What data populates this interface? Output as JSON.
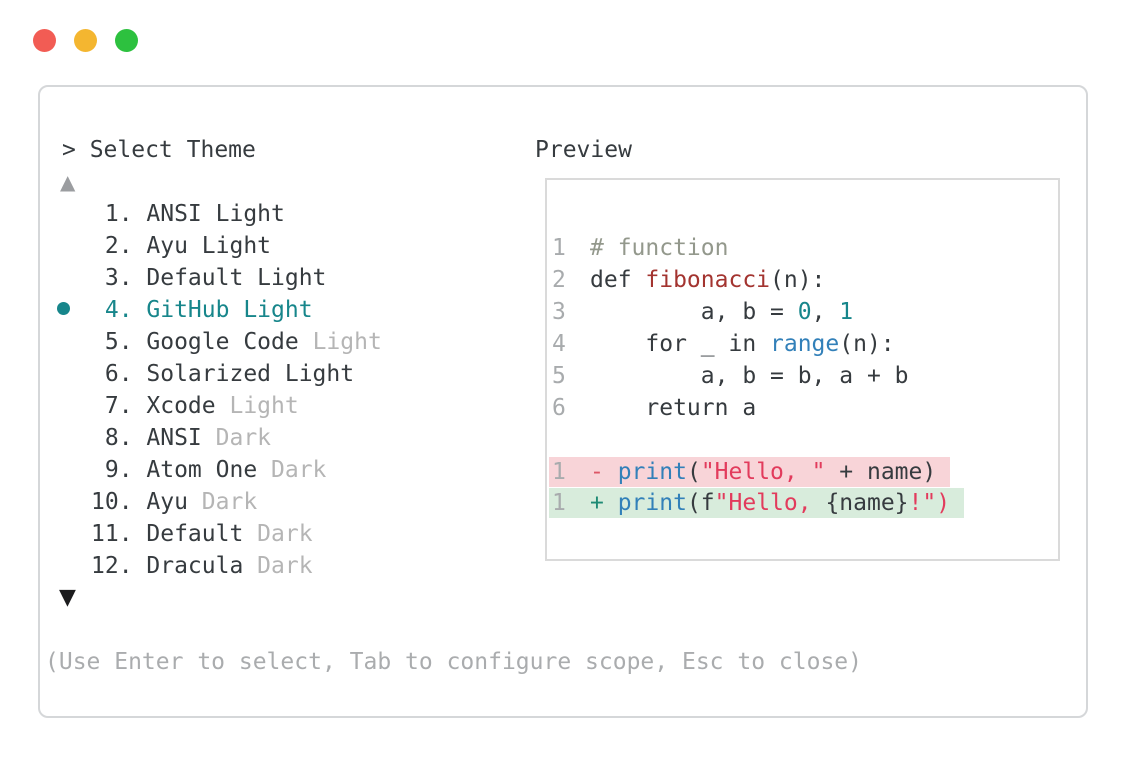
{
  "window": {
    "background": "#ffffff",
    "traffic_lights": [
      {
        "name": "close",
        "color": "#f25c54"
      },
      {
        "name": "minimize",
        "color": "#f4b630"
      },
      {
        "name": "zoom",
        "color": "#2dc13f"
      }
    ]
  },
  "selector": {
    "title": "> Select Theme",
    "scroll_up_symbol": "▲",
    "scroll_down_symbol": "▼",
    "footer_hint": "(Use Enter to select, Tab to configure scope, Esc to close)",
    "selected_theme": "GitHub Light",
    "themes": [
      {
        "number": " 1.",
        "name": "ANSI Light",
        "muted": "",
        "selected": false
      },
      {
        "number": " 2.",
        "name": "Ayu Light",
        "muted": "",
        "selected": false
      },
      {
        "number": " 3.",
        "name": "Default Light",
        "muted": "",
        "selected": false
      },
      {
        "number": " 4.",
        "name": "GitHub Light",
        "muted": "",
        "selected": true
      },
      {
        "number": " 5.",
        "name": "Google Code",
        "muted": "Light",
        "selected": false
      },
      {
        "number": " 6.",
        "name": "Solarized Light",
        "muted": "",
        "selected": false
      },
      {
        "number": " 7.",
        "name": "Xcode",
        "muted": "Light",
        "selected": false
      },
      {
        "number": " 8.",
        "name": "ANSI",
        "muted": "Dark",
        "selected": false
      },
      {
        "number": " 9.",
        "name": "Atom One",
        "muted": "Dark",
        "selected": false
      },
      {
        "number": "10.",
        "name": "Ayu",
        "muted": "Dark",
        "selected": false
      },
      {
        "number": "11.",
        "name": "Default",
        "muted": "Dark",
        "selected": false
      },
      {
        "number": "12.",
        "name": "Dracula",
        "muted": "Dark",
        "selected": false
      }
    ]
  },
  "preview": {
    "title": "Preview",
    "lines": [
      {
        "num": "1",
        "diff": "",
        "tokens": [
          {
            "t": "comment",
            "v": "# function"
          }
        ]
      },
      {
        "num": "2",
        "diff": "",
        "tokens": [
          {
            "t": "plain",
            "v": "def "
          },
          {
            "t": "func",
            "v": "fibonacci"
          },
          {
            "t": "plain",
            "v": "(n):"
          }
        ]
      },
      {
        "num": "3",
        "diff": "",
        "tokens": [
          {
            "t": "plain",
            "v": "        a, b = "
          },
          {
            "t": "number",
            "v": "0"
          },
          {
            "t": "plain",
            "v": ", "
          },
          {
            "t": "number",
            "v": "1"
          }
        ]
      },
      {
        "num": "4",
        "diff": "",
        "tokens": [
          {
            "t": "plain",
            "v": "    for _ in "
          },
          {
            "t": "builtin",
            "v": "range"
          },
          {
            "t": "plain",
            "v": "(n):"
          }
        ]
      },
      {
        "num": "5",
        "diff": "",
        "tokens": [
          {
            "t": "plain",
            "v": "        a, b = b, a + b"
          }
        ]
      },
      {
        "num": "6",
        "diff": "",
        "tokens": [
          {
            "t": "plain",
            "v": "    return a"
          }
        ]
      },
      {
        "num": "",
        "diff": "",
        "tokens": []
      },
      {
        "num": "1",
        "diff": "removed",
        "tokens": [
          {
            "t": "diff-minus",
            "v": "- "
          },
          {
            "t": "builtin",
            "v": "print"
          },
          {
            "t": "plain",
            "v": "("
          },
          {
            "t": "string",
            "v": "\"Hello, \""
          },
          {
            "t": "plain",
            "v": " + name)"
          }
        ]
      },
      {
        "num": "1",
        "diff": "added",
        "tokens": [
          {
            "t": "diff-plus",
            "v": "+ "
          },
          {
            "t": "builtin",
            "v": "print"
          },
          {
            "t": "plain",
            "v": "(f"
          },
          {
            "t": "string",
            "v": "\"Hello, "
          },
          {
            "t": "plain",
            "v": "{name}"
          },
          {
            "t": "string",
            "v": "!\")"
          }
        ]
      }
    ]
  },
  "colors": {
    "text": "#363b3f",
    "muted": "#b5b5b5",
    "teal": "#17868b",
    "comment": "#93988c",
    "func": "#a33430",
    "builtin": "#3280b9",
    "string": "#e23b5c",
    "number": "#17868b",
    "minus": "#dd5666",
    "plus": "#1e8a74",
    "removed_bg": "#f8d4d8",
    "added_bg": "#d8ecdc",
    "line_number": "#a8abad",
    "border": "#d5d7d9",
    "border2": "#dadada",
    "footer": "#aaacae",
    "arrow_muted": "#9b9da0",
    "arrow_dark": "#1c1c1e"
  }
}
